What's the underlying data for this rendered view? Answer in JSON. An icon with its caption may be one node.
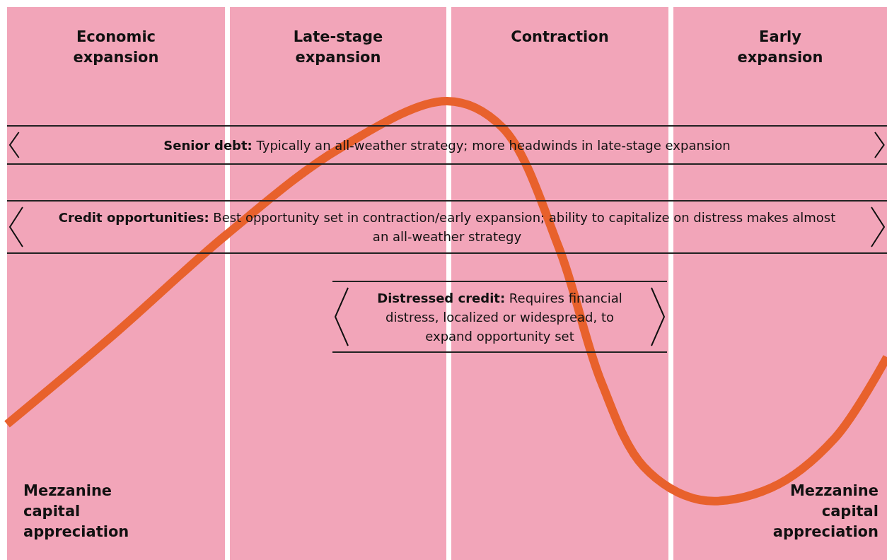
{
  "diagram": {
    "nodes": [
      {
        "text": [
          "Economic expansion"
        ]
      },
      {
        "text": [
          "Late-stage expansion"
        ]
      },
      {
        "text": [
          "Contraction"
        ]
      },
      {
        "text": [
          "Early expansion"
        ]
      },
      {
        "text": [
          "**Senior debt:** Typically an all-weather strategy; more headwinds in late-stage expansion"
        ]
      },
      {
        "text": [
          "**Credit opportunities:** Best opportunity set in contraction/early expansion; ability to capitalize on distress makes almost an all-weather strategy"
        ]
      },
      {
        "text": [
          "**Distressed credit:** Requires financial distress, localized or widespread, to expand opportunity set"
        ]
      }
    ],
    "labels": [
      "Mezzanine capital appreciation",
      "Mezzanine capital appreciation"
    ]
  }
}
